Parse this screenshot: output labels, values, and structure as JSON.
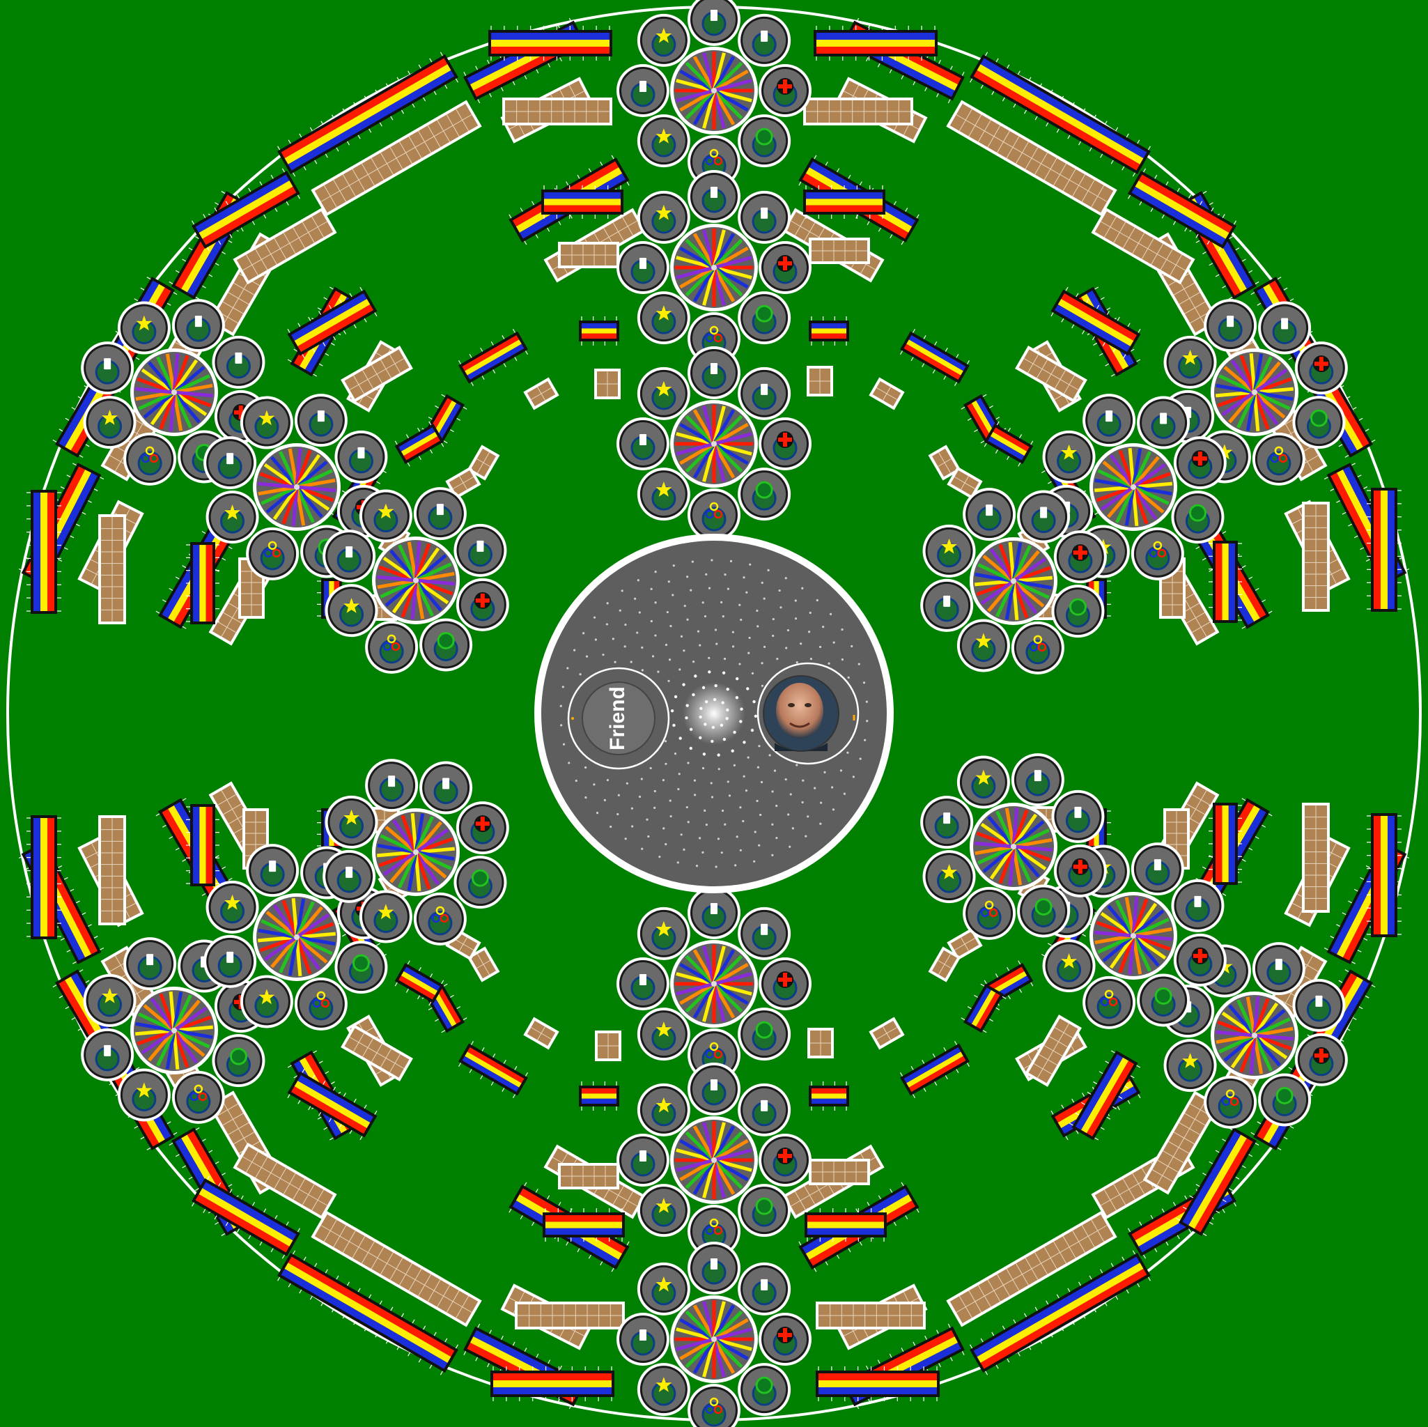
{
  "colors": {
    "felt": "#008000",
    "rim": "#ffffff",
    "center": "#5e5e5e",
    "hub": "#606060",
    "bar_border": "#111111",
    "red": "#ff1a00",
    "yellow": "#ffee00",
    "blue": "#1a2fd9",
    "green": "#22c21f",
    "orange": "#ff8a00",
    "purple": "#8a2bd9",
    "tan": "#b08352",
    "seat_inner": "#1b6e2d",
    "seat_ring": "#0b3e86"
  },
  "center": {
    "friend_label": "Friend",
    "player_avatar_icon": "user-avatar-photo",
    "galaxy_icon": "galaxy-vortex-icon"
  },
  "clusters": {
    "count": 18,
    "seat_icons": [
      "red-cross-icon",
      "recycle-icon",
      "fidget-spinner-icon",
      "star-icon",
      "dice-icon",
      "star-icon",
      "dice-icon",
      "dice-icon"
    ],
    "spoke_colors": [
      "red",
      "yellow",
      "blue",
      "green",
      "orange",
      "purple"
    ]
  }
}
